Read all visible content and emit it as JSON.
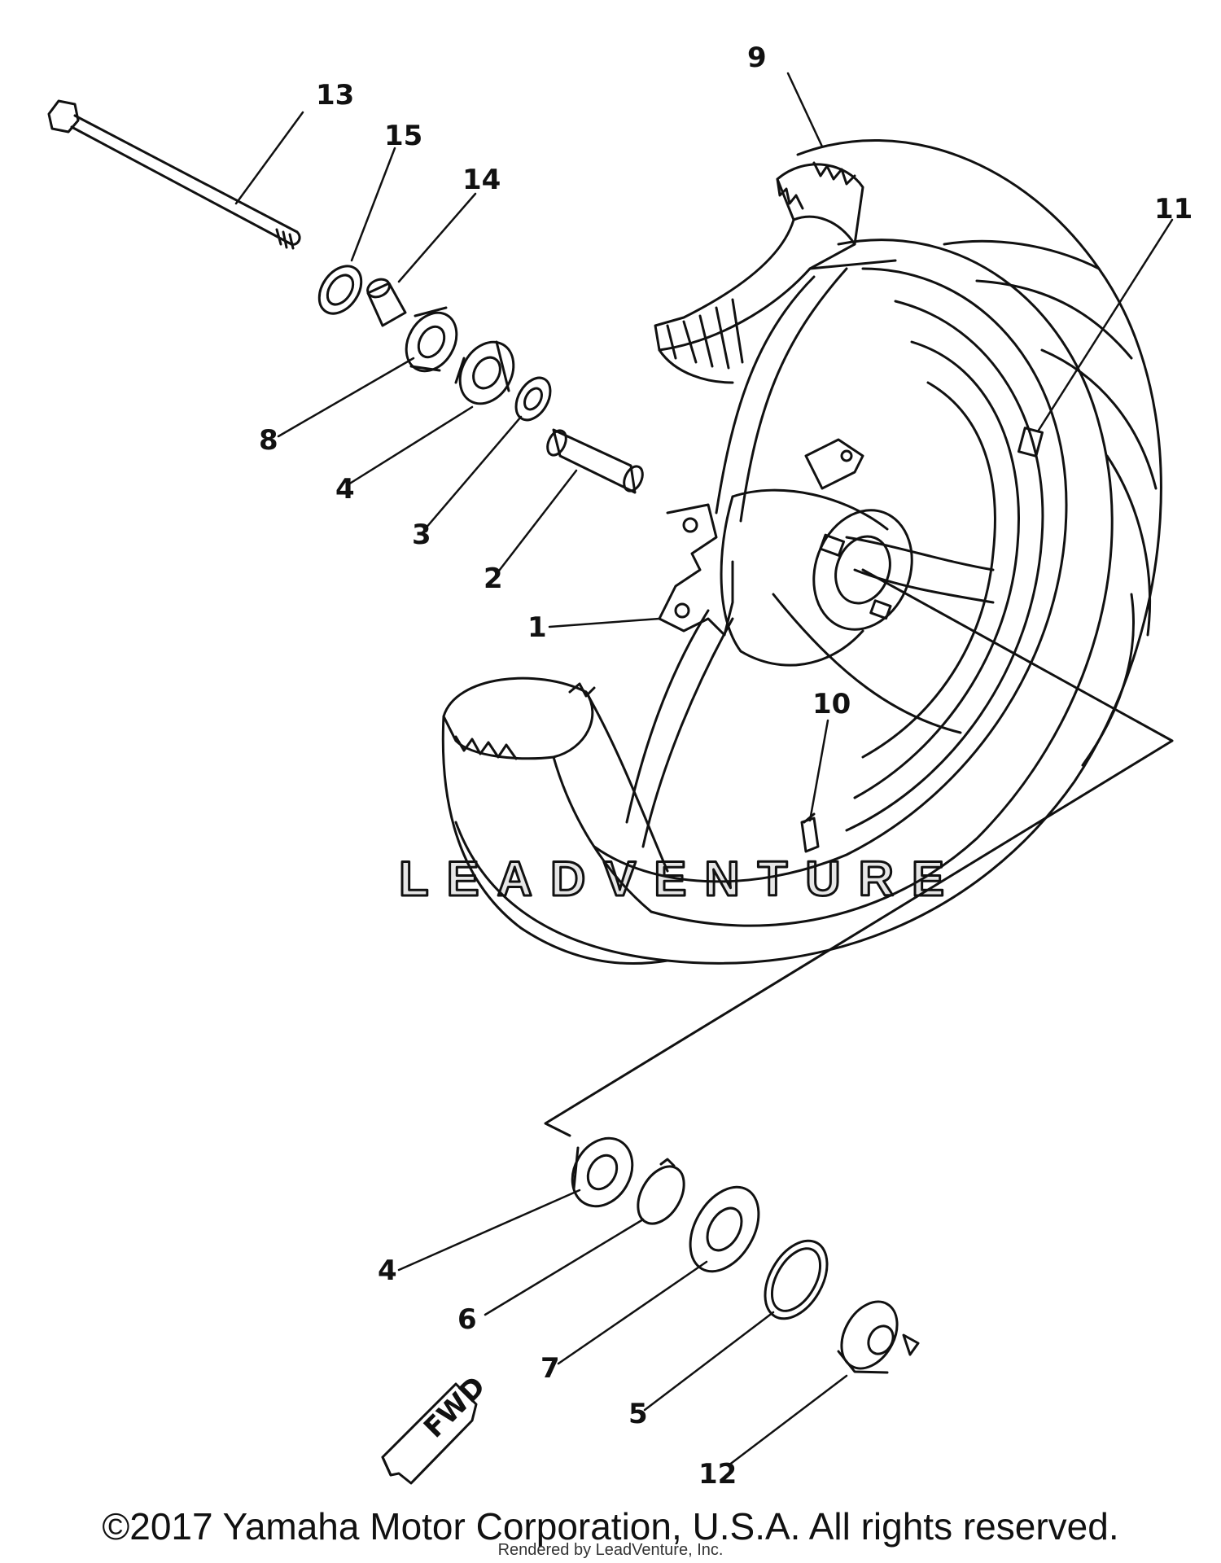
{
  "diagram": {
    "callouts": [
      "13",
      "15",
      "14",
      "8",
      "4",
      "3",
      "2",
      "1",
      "9",
      "11",
      "10",
      "4",
      "6",
      "7",
      "5",
      "12"
    ],
    "fwd_label": "FWD",
    "watermark": "LEADVENTURE"
  },
  "footer": {
    "copyright": "©2017 Yamaha Motor Corporation, U.S.A. All rights reserved.",
    "rendered_by": "Rendered by LeadVenture, Inc."
  }
}
